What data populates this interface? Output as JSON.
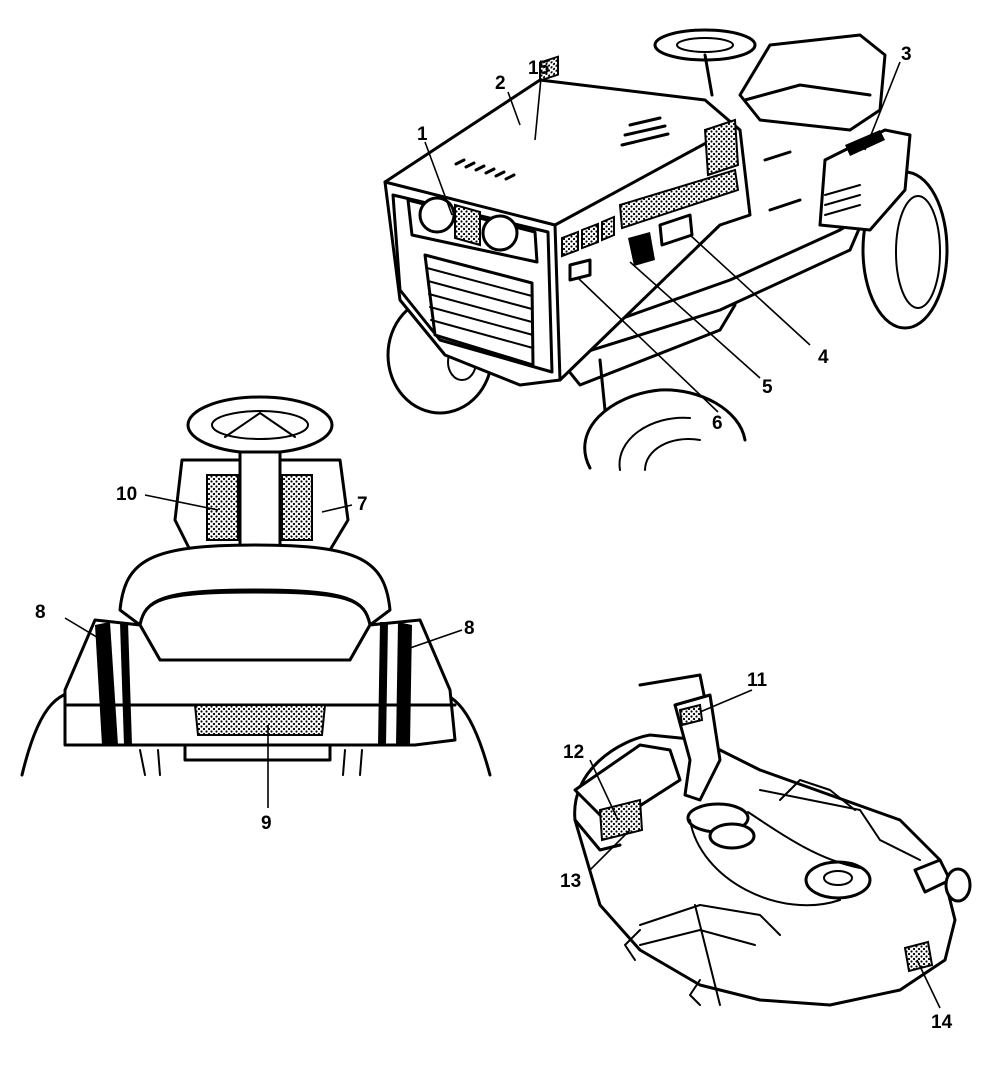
{
  "callouts": [
    {
      "id": "c1",
      "label": "1"
    },
    {
      "id": "c2",
      "label": "2"
    },
    {
      "id": "c3",
      "label": "3"
    },
    {
      "id": "c4",
      "label": "4"
    },
    {
      "id": "c5",
      "label": "5"
    },
    {
      "id": "c6",
      "label": "6"
    },
    {
      "id": "c7",
      "label": "7"
    },
    {
      "id": "c8a",
      "label": "8"
    },
    {
      "id": "c8b",
      "label": "8"
    },
    {
      "id": "c9",
      "label": "9"
    },
    {
      "id": "c10",
      "label": "10"
    },
    {
      "id": "c11",
      "label": "11"
    },
    {
      "id": "c12",
      "label": "12"
    },
    {
      "id": "c13",
      "label": "13"
    },
    {
      "id": "c14",
      "label": "14"
    },
    {
      "id": "c15",
      "label": "15"
    }
  ]
}
